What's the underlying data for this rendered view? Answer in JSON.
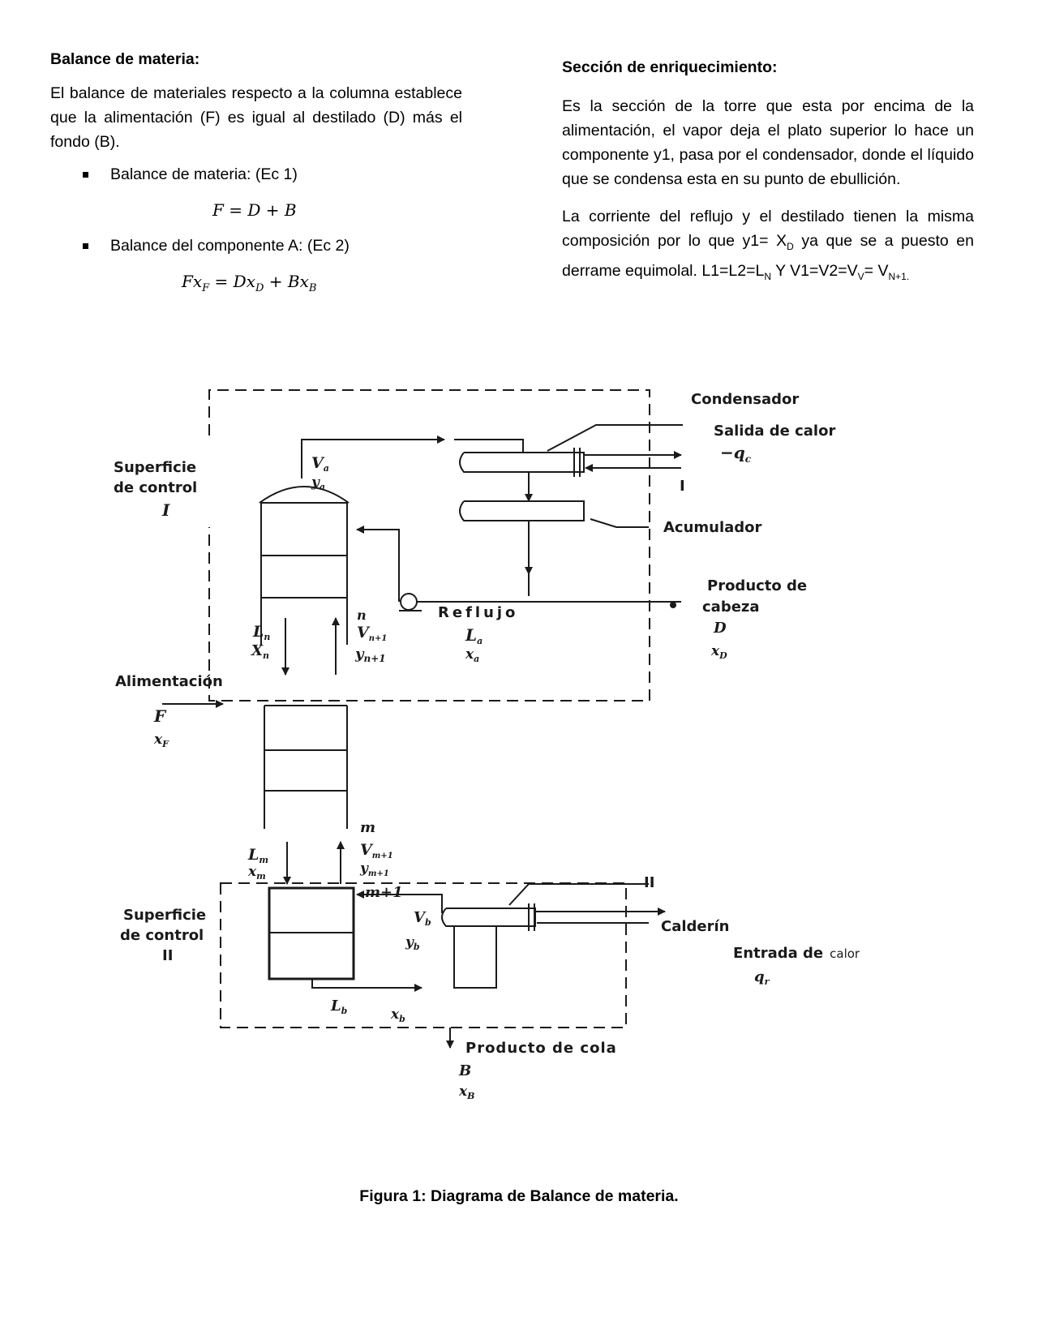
{
  "left": {
    "heading": "Balance de materia:",
    "paragraph": "El balance de materiales respecto a la columna establece que la alimentación (F) es igual al destilado (D) más el fondo (B).",
    "bullet1": "Balance de materia: (Ec 1)",
    "eq1": "F = D + B",
    "bullet2": "Balance del componente A: (Ec 2)",
    "eq2": {
      "a": "Fx",
      "a_sub": "F",
      "b": " = Dx",
      "b_sub": "D",
      "c": " + Bx",
      "c_sub": "B"
    }
  },
  "right": {
    "heading": "Sección de enriquecimiento:",
    "paragraph1": "Es la sección de la torre que esta por encima de la alimentación, el vapor deja el plato superior lo hace un componente y1, pasa por el condensador, donde el líquido que se condensa esta en su punto de ebullición.",
    "p2_a": "La corriente del reflujo y el destilado tienen la misma composición por lo que y1= X",
    "p2_sub1": "D",
    "p2_b": " ya que se a puesto en derrame equimolal. L1=L2=L",
    "p2_sub2": "N",
    "p2_c": " Y V1=V2=V",
    "p2_sub3": "V",
    "p2_d": "= V",
    "p2_sub4": "N+1."
  },
  "diagram": {
    "condensador": "Condensador",
    "salida_calor": "Salida de calor",
    "qc": "−q",
    "qc_sub": "c",
    "section_one": "I",
    "acumulador": "Acumulador",
    "producto_cabeza_1": "Producto de",
    "producto_cabeza_2": "cabeza",
    "D": "D",
    "xD": "x",
    "xD_sub": "D",
    "reflujo": "Reflujo",
    "La": "L",
    "La_sub": "a",
    "xa": "x",
    "xa_sub": "a",
    "sc1_1": "Superficie",
    "sc1_2": "de control",
    "sc1_3": "I",
    "Va": "V",
    "Va_sub": "a",
    "ya": "y",
    "ya_sub": "a",
    "n": "n",
    "Ln": "L",
    "Ln_sub": "n",
    "Xn": "X",
    "Xn_sub": "n",
    "Vn1": "V",
    "Vn1_sub": "n+1",
    "yn1": "y",
    "yn1_sub": "n+1",
    "alimentacion": "Alimentación",
    "F": "F",
    "xF": "x",
    "xF_sub": "F",
    "m": "m",
    "Lm": "L",
    "Lm_sub": "m",
    "xm": "x",
    "xm_sub": "m",
    "Vm1": "V",
    "Vm1_sub": "m+1",
    "ym1": "y",
    "ym1_sub": "m+1",
    "m_plus_1": "m+1",
    "section_two": "II",
    "sc2_1": "Superficie",
    "sc2_2": "de control",
    "sc2_3": "II",
    "Vb": "V",
    "Vb_sub": "b",
    "yb": "y",
    "yb_sub": "b",
    "calderin": "Calderín",
    "entrada_a": "Entrada de",
    "entrada_b": "calor",
    "qr": "q",
    "qr_sub": "r",
    "Lb": "L",
    "Lb_sub": "b",
    "xb": "x",
    "xb_sub": "b",
    "producto_cola": "Producto de cola",
    "B": "B",
    "xB": "x",
    "xB_sub": "B"
  },
  "caption": "Figura 1: Diagrama de Balance de materia."
}
